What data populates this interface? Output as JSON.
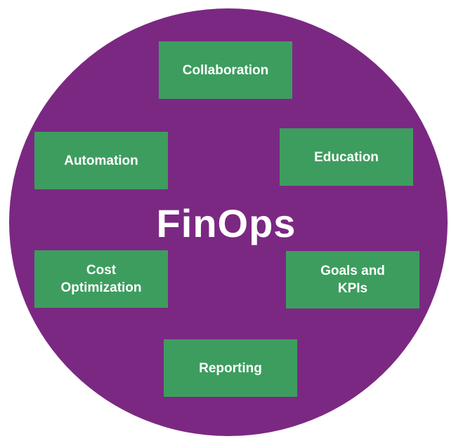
{
  "diagram": {
    "center_label": "FinOps",
    "items": [
      {
        "id": "collaboration",
        "label": "Collaboration"
      },
      {
        "id": "automation",
        "label": "Automation"
      },
      {
        "id": "education",
        "label": "Education"
      },
      {
        "id": "cost",
        "label": "Cost\nOptimization"
      },
      {
        "id": "goals",
        "label": "Goals and\nKPIs"
      },
      {
        "id": "reporting",
        "label": "Reporting"
      }
    ]
  },
  "colors": {
    "circle": "#7b2883",
    "box": "#3d9d5e",
    "text": "#ffffff"
  }
}
